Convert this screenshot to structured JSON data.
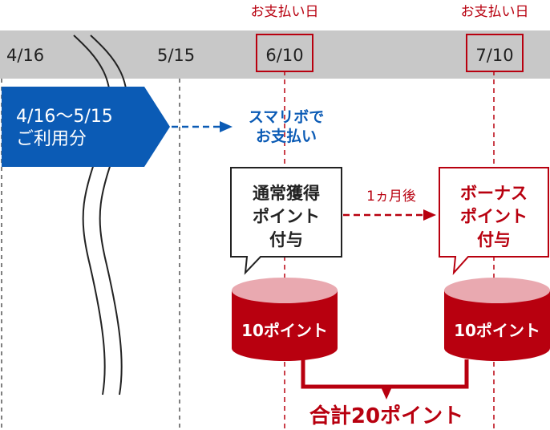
{
  "colors": {
    "timeline_band": "#c8c8c8",
    "red": "#b8000f",
    "blue": "#0b5bb5",
    "text_dark": "#222222"
  },
  "timeline": {
    "dates": [
      "4/16",
      "5/15",
      "6/10",
      "7/10"
    ],
    "payment_day_label": "お支払い日"
  },
  "usage_box": {
    "line1": "4/16〜5/15",
    "line2": "ご利用分"
  },
  "payment_method": {
    "line1": "スマリボで",
    "line2": "お支払い"
  },
  "normal_points": {
    "line1": "通常獲得",
    "line2": "ポイント",
    "line3": "付与",
    "cylinder_label": "10ポイント"
  },
  "bonus_points": {
    "line1": "ボーナス",
    "line2": "ポイント",
    "line3": "付与",
    "cylinder_label": "10ポイント"
  },
  "one_month_later": "1ヵ月後",
  "total": "合計20ポイント"
}
